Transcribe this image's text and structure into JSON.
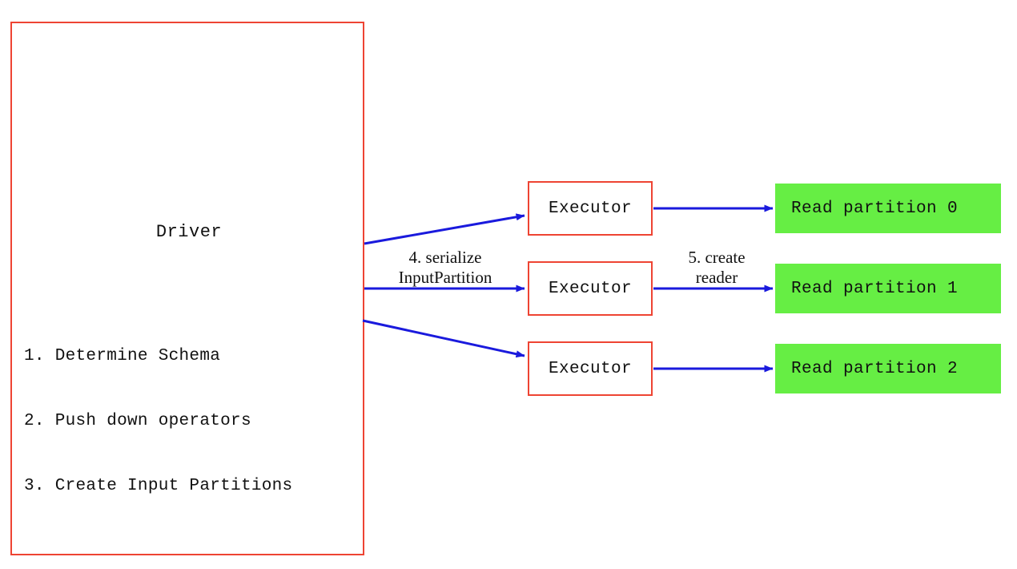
{
  "diagram": {
    "type": "flow-diagram",
    "background": "#ffffff",
    "colors": {
      "box_border_red": "#ee4433",
      "partition_green": "#66ee44",
      "arrow_blue": "#1a1add",
      "text": "#111111"
    },
    "driver": {
      "title": "Driver",
      "steps": [
        "1. Determine Schema",
        "2. Push down operators",
        "3. Create Input Partitions"
      ]
    },
    "executors": [
      {
        "label": "Executor"
      },
      {
        "label": "Executor"
      },
      {
        "label": "Executor"
      }
    ],
    "partitions": [
      {
        "label": "Read partition 0"
      },
      {
        "label": "Read partition 1"
      },
      {
        "label": "Read partition 2"
      }
    ],
    "edge_labels": {
      "serialize": "4. serialize\nInputPartition",
      "serialize_line1": "4. serialize",
      "serialize_line2": "InputPartition",
      "create": "5. create\nreader",
      "create_line1": "5. create",
      "create_line2": "reader"
    }
  }
}
